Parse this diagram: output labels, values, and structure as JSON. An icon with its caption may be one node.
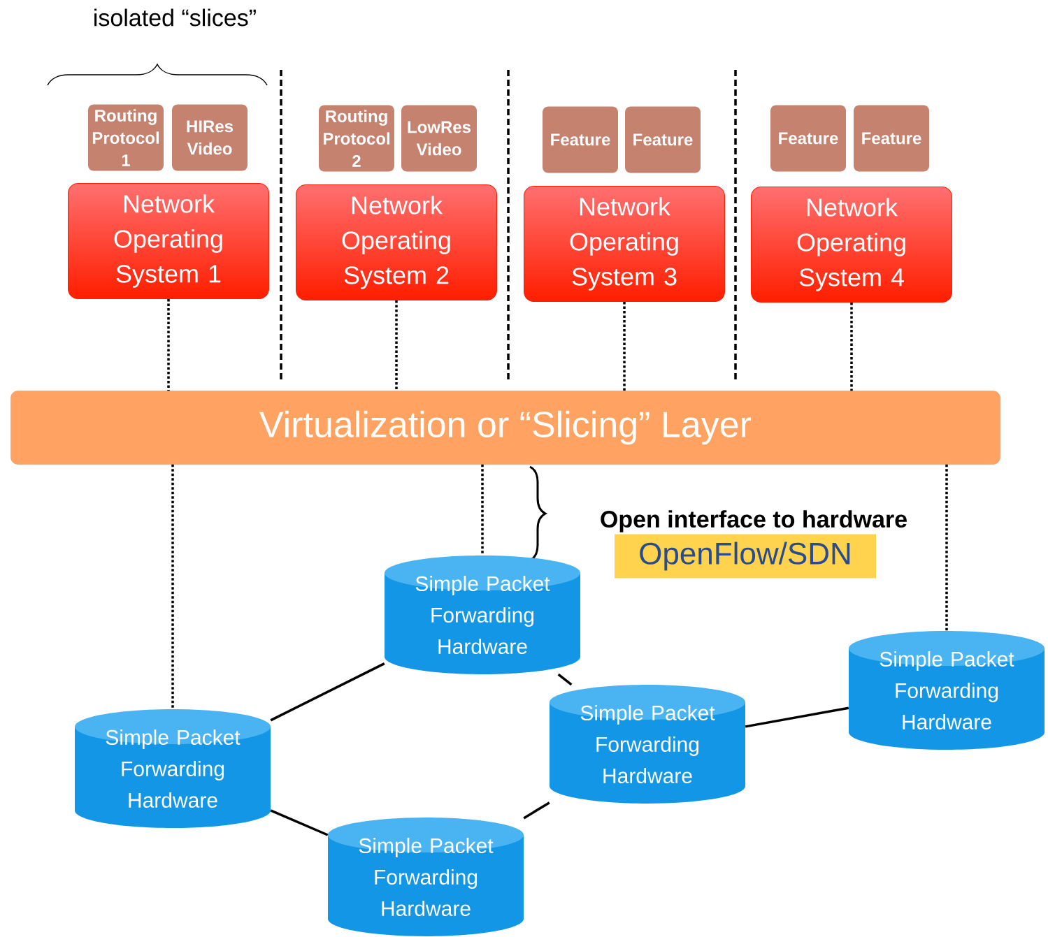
{
  "diagram": {
    "nodes": [
      {
        "text": [
          "Network Operating System 1"
        ]
      },
      {
        "text": [
          "Network Operating System 2"
        ]
      },
      {
        "text": [
          "Network Operating System 3"
        ]
      },
      {
        "text": [
          "Network Operating System 4"
        ]
      },
      {
        "text": [
          "Routing Protocol 1"
        ]
      },
      {
        "text": [
          "HIRes Video"
        ]
      },
      {
        "text": [
          "Routing Protocol 2"
        ]
      },
      {
        "text": [
          "LowRes Video"
        ]
      },
      {
        "text": [
          "Feature"
        ]
      },
      {
        "text": [
          "Feature"
        ]
      },
      {
        "text": [
          "Feature"
        ]
      },
      {
        "text": [
          "Feature"
        ]
      },
      {
        "text": [
          "Virtualization or “Slicing” Layer"
        ]
      },
      {
        "text": [
          "OpenFlow/SDN"
        ]
      },
      {
        "text": [
          "Simple Packet Forwarding Hardware"
        ]
      },
      {
        "text": [
          "Simple Packet Forwarding Hardware"
        ]
      },
      {
        "text": [
          "Simple Packet Forwarding Hardware"
        ]
      },
      {
        "text": [
          "Simple Packet Forwarding Hardware"
        ]
      },
      {
        "text": [
          "Simple Packet Forwarding Hardware"
        ]
      }
    ],
    "edges": [
      {
        "from": 0,
        "to": 12,
        "arrow": "none",
        "style": "dashed"
      },
      {
        "from": 1,
        "to": 12,
        "arrow": "none",
        "style": "dashed"
      },
      {
        "from": 2,
        "to": 12,
        "arrow": "none",
        "style": "dashed"
      },
      {
        "from": 3,
        "to": 12,
        "arrow": "none",
        "style": "dashed"
      },
      {
        "from": 12,
        "to": 15,
        "arrow": "none",
        "style": "dashed"
      },
      {
        "from": 12,
        "to": 14,
        "arrow": "none",
        "style": "dashed"
      },
      {
        "from": 12,
        "to": 17,
        "arrow": "none",
        "style": "dashed"
      },
      {
        "from": 14,
        "to": 15,
        "arrow": "none"
      },
      {
        "from": 14,
        "to": 16,
        "arrow": "none"
      },
      {
        "from": 15,
        "to": 18,
        "arrow": "none"
      },
      {
        "from": 18,
        "to": 16,
        "arrow": "none"
      },
      {
        "from": 16,
        "to": 17,
        "arrow": "none"
      }
    ],
    "labels": [
      "isolated “slices”",
      "Open interface to hardware"
    ]
  }
}
